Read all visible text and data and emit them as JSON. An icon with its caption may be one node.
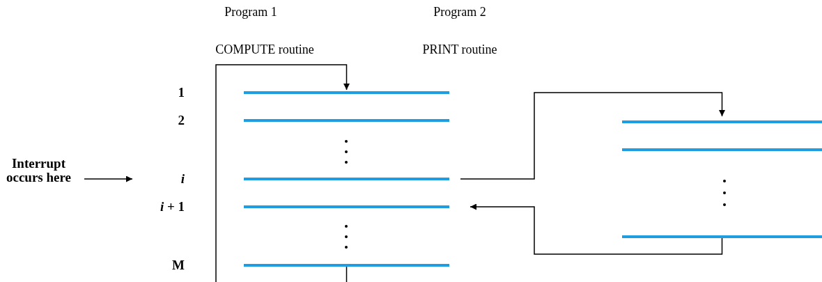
{
  "diagram": {
    "nodes": [
      {
        "text": [],
        "shape": "bar"
      },
      {
        "text": [],
        "shape": "bar"
      },
      {
        "text": [],
        "shape": "bar"
      },
      {
        "text": [],
        "shape": "bar"
      },
      {
        "text": [],
        "shape": "bar"
      },
      {
        "text": [],
        "shape": "bar"
      },
      {
        "text": [],
        "shape": "bar"
      },
      {
        "text": [],
        "shape": "bar"
      },
      {
        "text": [
          "Interrupt occurs here"
        ]
      }
    ],
    "edges": [
      {
        "from": null,
        "to": 0,
        "arrow": "to"
      },
      {
        "from": 4,
        "to": null,
        "arrow": "none"
      },
      {
        "from": 2,
        "to": 5,
        "arrow": "to"
      },
      {
        "from": 7,
        "to": 3,
        "arrow": "to"
      },
      {
        "from": 8,
        "to": null,
        "arrow": "to"
      }
    ],
    "labels": [
      "Program 1",
      "COMPUTE routine",
      "Program 2",
      "PRINT routine",
      "1",
      "2",
      "i",
      "*i* + 1",
      "M"
    ]
  }
}
